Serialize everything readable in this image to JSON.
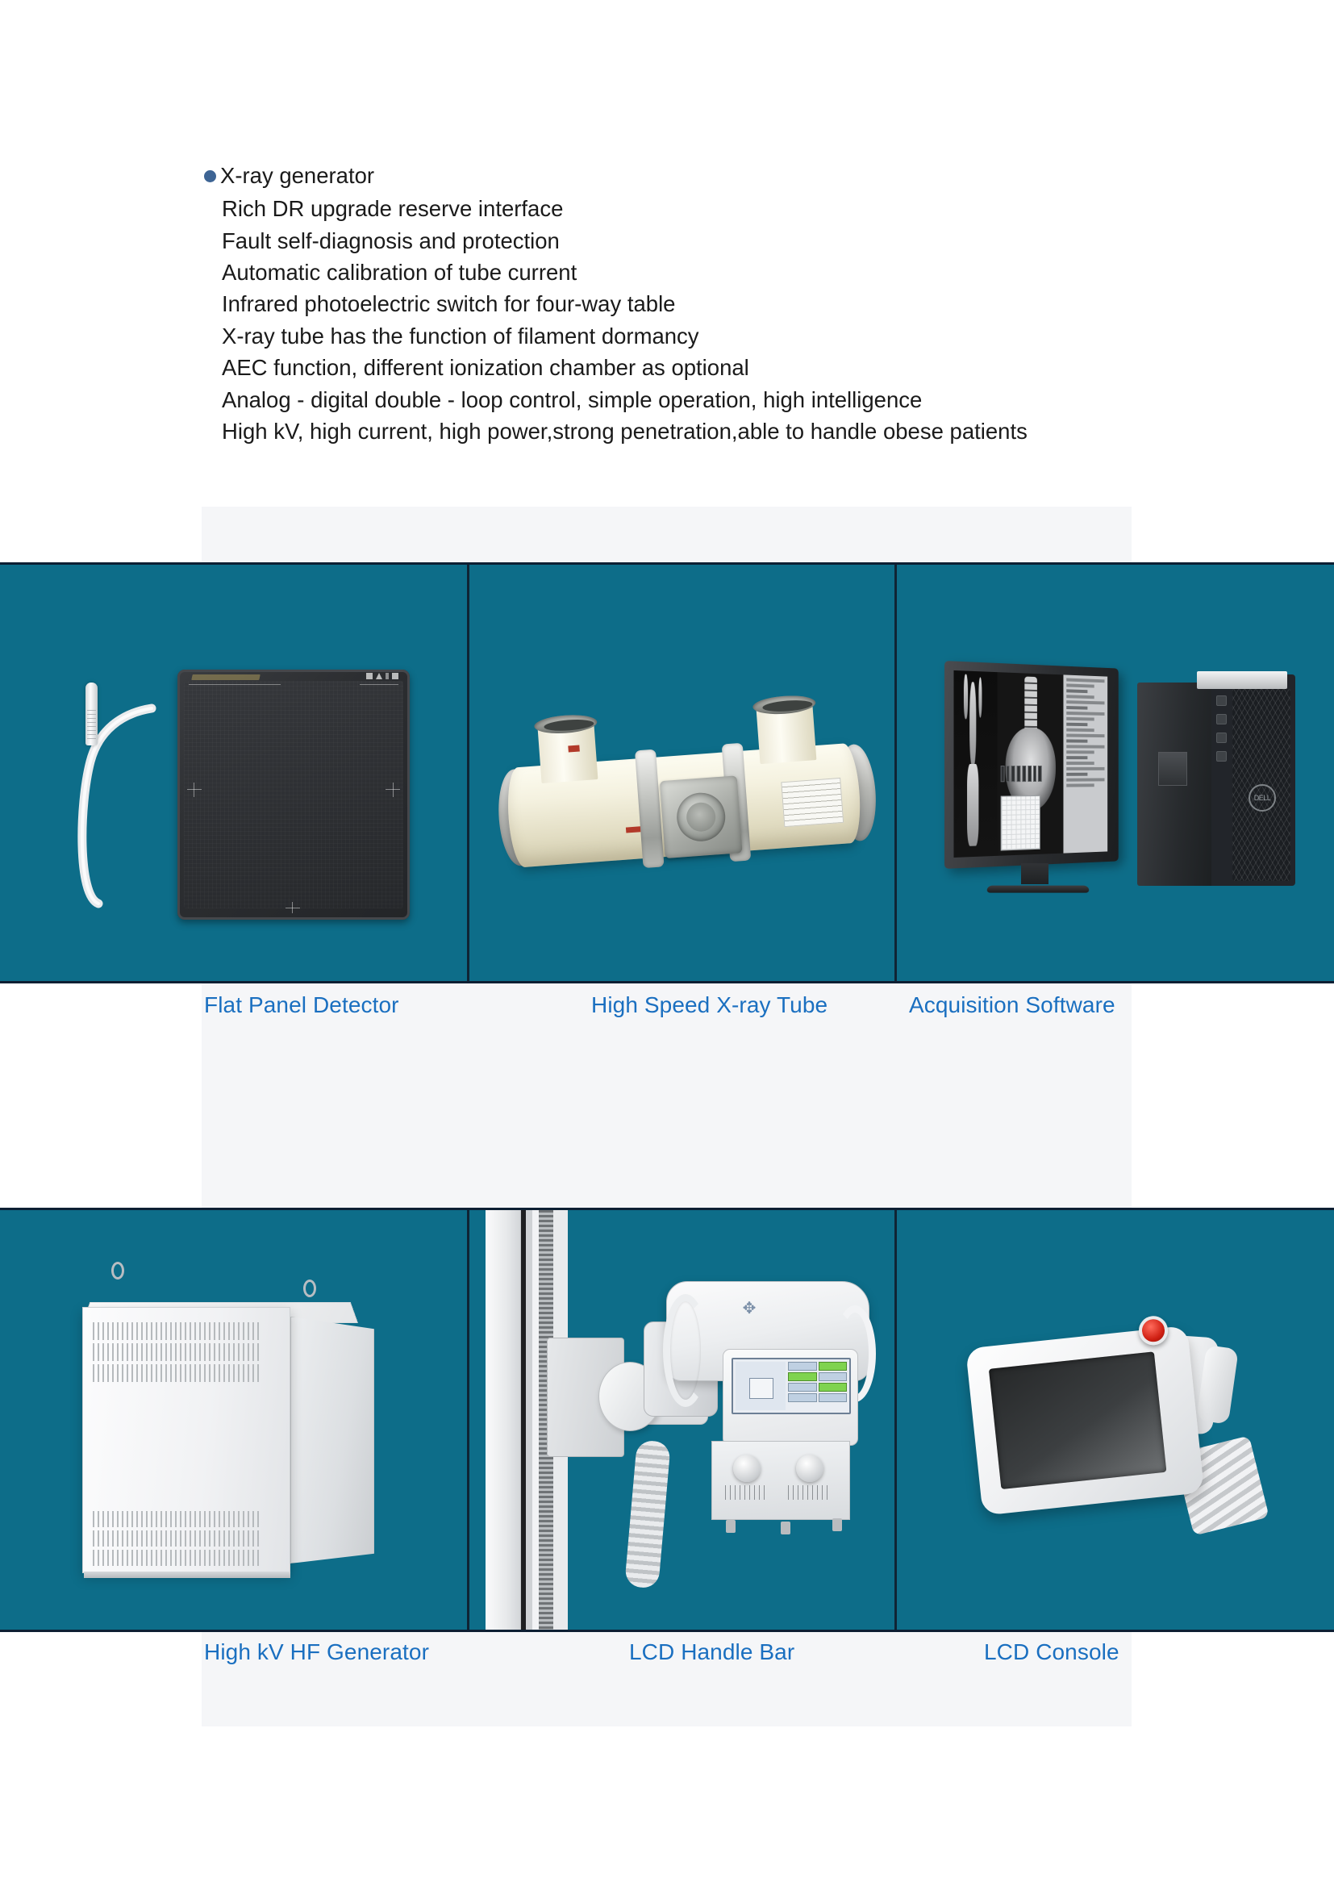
{
  "features": {
    "heading": "X-ray generator",
    "bullet_color": "#3d6494",
    "lines": [
      "Rich DR upgrade reserve interface",
      "Fault self-diagnosis and protection",
      "Automatic calibration of tube current",
      "Infrared photoelectric switch for four-way table",
      "X-ray tube has the function of filament dormancy",
      "AEC function, different ionization chamber as optional",
      "Analog - digital double - loop control, simple operation, high intelligence",
      "High kV, high current, high power,strong penetration,able to handle obese patients"
    ]
  },
  "palette": {
    "panel_teal": "#0d6d89",
    "panel_border": "#102434",
    "caption_blue": "#1a6fc0",
    "band_grey": "#f5f6f8",
    "text_dark": "#1a1a1a"
  },
  "gallery": {
    "row1": [
      {
        "caption": "Flat Panel Detector",
        "icon": "flat-panel-detector-icon"
      },
      {
        "caption": "High Speed X-ray Tube",
        "icon": "xray-tube-icon"
      },
      {
        "caption": "Acquisition Software",
        "icon": "monitor-workstation-icon"
      }
    ],
    "row2": [
      {
        "caption": "High kV HF Generator",
        "icon": "generator-cabinet-icon"
      },
      {
        "caption": "LCD Handle Bar",
        "icon": "lcd-handle-bar-icon"
      },
      {
        "caption": "LCD Console",
        "icon": "lcd-console-icon"
      }
    ]
  },
  "monitor": {
    "dell_mark": "DELL"
  }
}
